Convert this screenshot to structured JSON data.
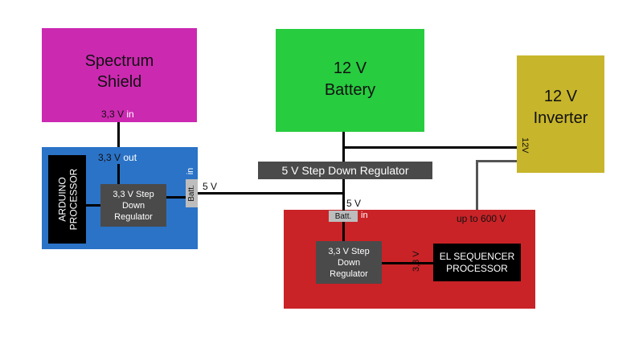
{
  "colors": {
    "spectrum": "#cc29b1",
    "battery": "#27cc3f",
    "inverter": "#c7b52b",
    "arduino_board": "#2b73c7",
    "el_board": "#c92327",
    "regulator": "#4a4a4a",
    "batt_tab": "#bdbdbd"
  },
  "spectrum_shield": {
    "line1": "Spectrum",
    "line2": "Shield",
    "voltage": "3,3 V",
    "dir": "in"
  },
  "battery": {
    "line1": "12 V",
    "line2": "Battery"
  },
  "inverter": {
    "line1": "12 V",
    "line2": "Inverter",
    "input_label": "12V"
  },
  "main_regulator": {
    "label": "5 V Step Down Regulator"
  },
  "arduino_board": {
    "processor_line1": "ARDUINO",
    "processor_line2": "PROCESSOR",
    "out_voltage": "3,3 V",
    "out_dir": "out",
    "regulator": {
      "line1": "3,3 V Step",
      "line2": "Down",
      "line3": "Regulator"
    },
    "batt_tab": "Batt.",
    "batt_in": "in",
    "input_voltage": "5 V"
  },
  "el_board": {
    "input_voltage": "5 V",
    "batt_tab": "Batt.",
    "batt_in": "in",
    "high_voltage": "up to 600 V",
    "regulator": {
      "line1": "3,3 V Step",
      "line2": "Down",
      "line3": "Regulator"
    },
    "link_voltage": "3,3 V",
    "processor_line1": "EL SEQUENCER",
    "processor_line2": "PROCESSOR"
  }
}
